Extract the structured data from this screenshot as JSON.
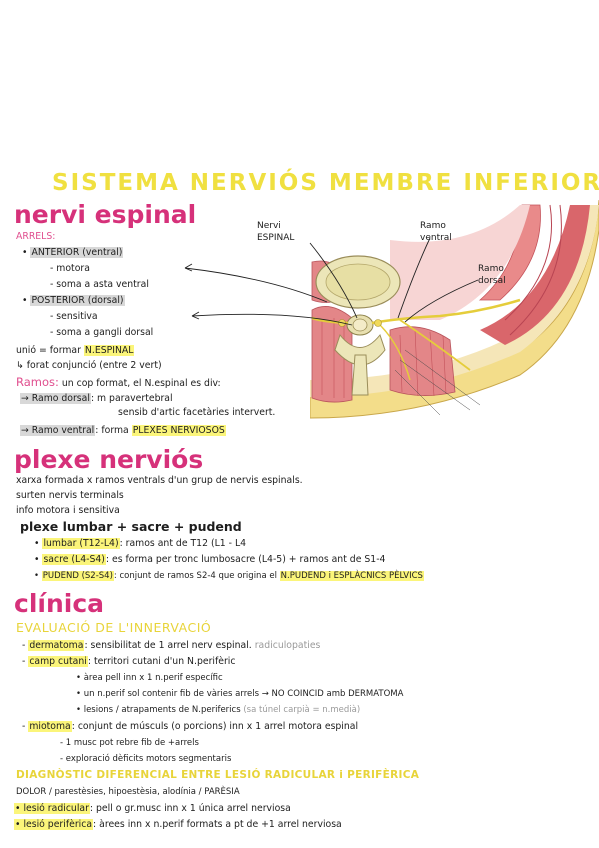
{
  "title": "SISTEMA NERVIÓS MEMBRE INFERIOR",
  "s1": {
    "heading": "nervi espinal",
    "arrels": "ARRELS:",
    "anterior": "ANTERIOR (ventral)",
    "motora": "- motora",
    "soma_asta": "- soma a asta ventral",
    "posterior": "POSTERIOR (dorsal)",
    "sensitiva": "- sensitiva",
    "soma_gangli": "- soma a gangli dorsal",
    "unio_pre": "unió = formar",
    "unio_hl": "N.ESPINAL",
    "forat": "↳ forat conjunció (entre 2 vert)",
    "ramos_label": "Ramos:",
    "ramos_text": "un cop format, el N.espinal es div:",
    "rd_label": "→ Ramo dorsal",
    "rd_text": ": m paravertebral",
    "rd_text2": "sensib d'artic facetàries intervert.",
    "rv_label": "→ Ramo ventral",
    "rv_text": ": forma",
    "rv_hl": "PLEXES NERVIOSOS"
  },
  "figure": {
    "lbl_nervi": "Nervi\nESPINAL",
    "lbl_ventral": "Ramo\nventral",
    "lbl_dorsal": "Ramo\ndorsal"
  },
  "s2": {
    "heading": "plexe nerviós",
    "l1": "xarxa formada x ramos ventrals d'un grup de nervis espinals.",
    "l2": "surten nervis terminals",
    "l3": "info motora i sensitiva",
    "sub": "plexe lumbar + sacre + pudend",
    "b1_hl": "lumbar (T12-L4)",
    "b1_t": ": ramos ant de T12 (L1 - L4",
    "b2_hl": "sacre (L4-S4)",
    "b2_t": ": es forma per tronc lumbosacre (L4-5) + ramos ant de S1-4",
    "b3_hl": "PUDEND (S2-S4)",
    "b3_t": ": conjunt de ramos S2-4 que origina el",
    "b3_hl2": "N.PUDEND i ESPLÀCNICS PÈLVICS"
  },
  "s3": {
    "heading": "clínica",
    "sub1": "EVALUACIÓ DE L'INNERVACIÓ",
    "derm_hl": "dermatoma",
    "derm_t": ": sensibilitat de 1 arrel nerv espinal.",
    "derm_m": "radiculopaties",
    "camp_hl": "camp cutani",
    "camp_t": ": territori cutani d'un N.perifèric",
    "c1": "• àrea pell inn x 1 n.perif específic",
    "c2": "• un n.perif sol contenir fib de vàries arrels → NO COINCID amb DERMATOMA",
    "c3": "• lesions / atrapaments de N.periferics",
    "c3_m": "(sa túnel carpià = n.medià)",
    "mio_hl": "miotoma",
    "mio_t": ": conjunt de músculs (o porcions) inn x 1 arrel motora espinal",
    "m1": "- 1 musc pot rebre fib de +arrels",
    "m2": "- exploració dèficits motors segmentaris",
    "sub2": "DIAGNÒSTIC DIFERENCIAL ENTRE LESIÓ RADICULAR i PERIFÈRICA",
    "d1": "DOLOR / parestèsies, hipoestèsia, alodínia / PARÈSIA",
    "rad_l": "• lesió radicular",
    "rad_t": ": pell o gr.musc inn x 1 única arrel nerviosa",
    "per_l": "• lesió perifèrica",
    "per_t": ": àrees inn x n.perif formats a pt de +1 arrel nerviosa"
  }
}
